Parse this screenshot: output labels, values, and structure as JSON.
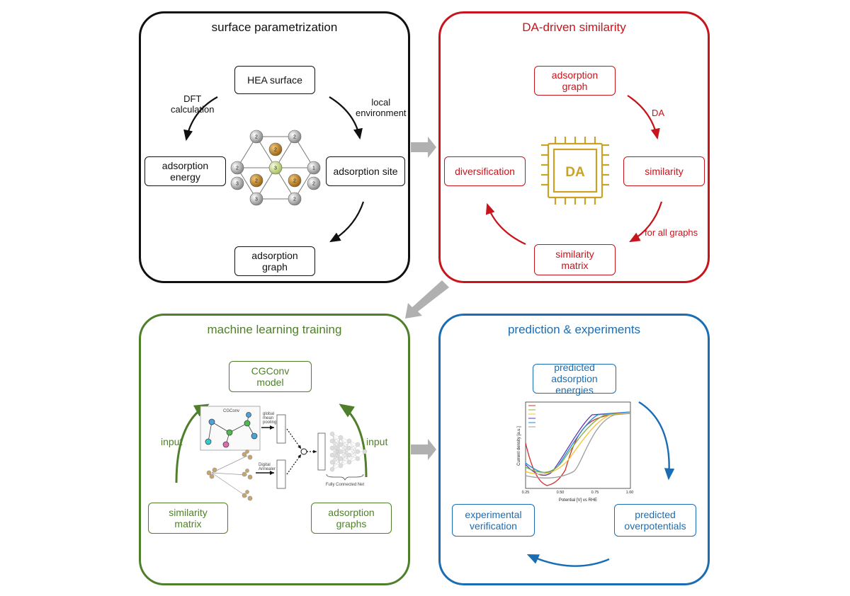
{
  "panels": {
    "surface": {
      "title": "surface parametrization",
      "hea_surface": "HEA surface",
      "adsorption_energy": "adsorption\nenergy",
      "adsorption_site": "adsorption site",
      "adsorption_graph": "adsorption\ngraph",
      "dft_label": "DFT\ncalculation",
      "local_env_label": "local\nenvironment",
      "atom_labels": [
        "2",
        "2",
        "2",
        "2",
        "3",
        "1",
        "3",
        "2",
        "2",
        "2",
        "3",
        "2"
      ]
    },
    "da": {
      "title": "DA-driven similarity",
      "adsorption_graph": "adsorption\ngraph",
      "similarity": "similarity",
      "similarity_matrix": "similarity\nmatrix",
      "diversification": "diversification",
      "da_label": "DA",
      "chip_label": "DA",
      "for_all_label": "for all graphs"
    },
    "ml": {
      "title": "machine learning training",
      "cgconv_model": "CGConv\nmodel",
      "similarity_matrix": "similarity\nmatrix",
      "adsorption_graphs": "adsorption\ngraphs",
      "input_left": "input",
      "input_right": "input",
      "net_labels": {
        "cgconv": "CGConv",
        "pooling": "global\nmean\npooling",
        "dimreduction": "Digital\nAnnealer",
        "fc": "Fully Connected Net"
      }
    },
    "pred": {
      "title": "prediction & experiments",
      "predicted_energies": "predicted\nadsorption\nenergies",
      "predicted_overpotentials": "predicted\noverpotentials",
      "experimental_verification": "experimental\nverification",
      "plot": {
        "xlabel": "Potential [V] vs RHE",
        "ylabel": "Current density [a.u.]",
        "xticks": [
          "0.25",
          "0.50",
          "0.75",
          "1.00"
        ]
      }
    }
  },
  "colors": {
    "black": "#111111",
    "red": "#c8141c",
    "green": "#4f7f2a",
    "blue": "#1b6db3",
    "gold": "#c9a227",
    "gray_arrow": "#b0b0b0"
  }
}
